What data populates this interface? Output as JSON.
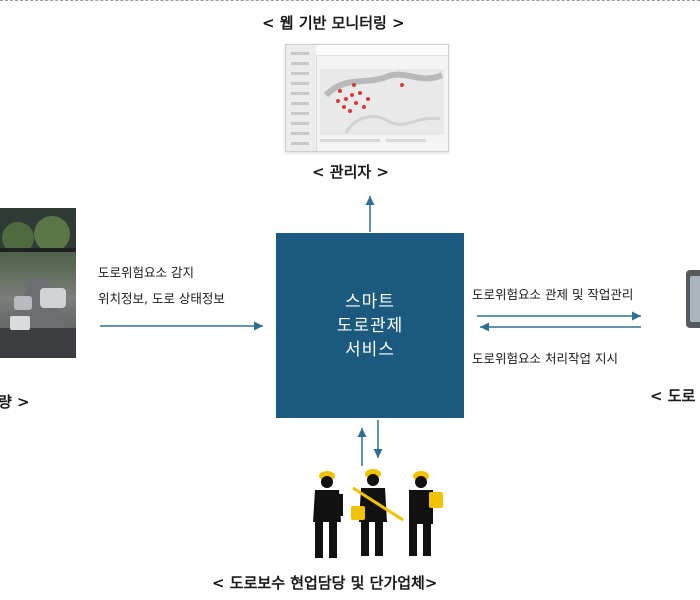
{
  "web_monitoring_label": "< 웹 기반 모니터링 >",
  "admin_label": "< 관리자 >",
  "center_box_lines": [
    "스마트",
    "도로관제",
    "서비스"
  ],
  "left_arrow_labels": [
    "도로위험요소 감지",
    "위치정보, 도로 상태정보"
  ],
  "right_top_label": "도로위험요소 관제 및 작업관리",
  "right_bottom_label": "도로위험요소 처리작업 지시",
  "left_partial_label": "량 >",
  "right_partial_label": "< 도로",
  "bottom_label": "< 도로보수 현업담당 및 단가업체>",
  "colors": {
    "center_box": "#1b5a7e",
    "arrow": "#2f6e93",
    "worker_helmet": "#f2c200"
  },
  "icons": [
    "tablet-icon",
    "worker-icon",
    "map-monitor-screenshot"
  ]
}
